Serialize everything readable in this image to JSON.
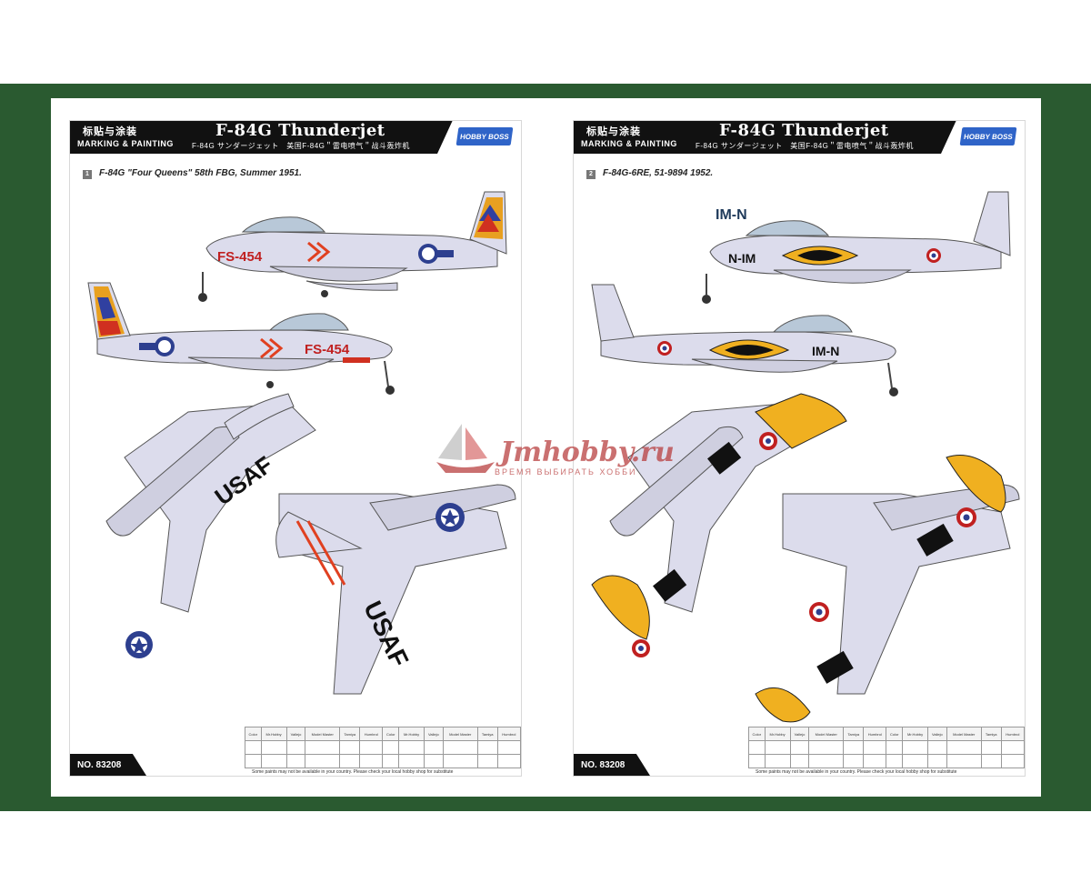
{
  "sheets": [
    {
      "header": {
        "cn": "标贴与涂装",
        "en": "MARKING & PAINTING",
        "title": "F-84G Thunderjet",
        "subtitle": "F-84G サンダージェット　美国F-84G＂雷电喷气＂战斗轰炸机",
        "logo": "HOBBY BOSS"
      },
      "scheme_number": "1",
      "scheme_title": "F-84G \"Four Queens\" 58th FBG, Summer 1951.",
      "markings": {
        "code": "FS-454",
        "wing": "USAF"
      },
      "footer": "NO. 83208"
    },
    {
      "header": {
        "cn": "标贴与涂装",
        "en": "MARKING & PAINTING",
        "title": "F-84G Thunderjet",
        "subtitle": "F-84G サンダージェット　美国F-84G＂雷电喷气＂战斗轰炸机",
        "logo": "HOBBY BOSS"
      },
      "scheme_number": "2",
      "scheme_title": "F-84G-6RE, 51-9894 1952.",
      "markings": {
        "code": "IM-N",
        "code_mirror": "N-IM"
      },
      "footer": "NO. 83208"
    }
  ],
  "paint_table": {
    "headers": [
      "Color",
      "Mr.Hobby",
      "Vallejo",
      "Model Master",
      "Tamiya",
      "Humbrol",
      "Color",
      "Mr.Hobby",
      "Vallejo",
      "Model Master",
      "Tamiya",
      "Humbrol"
    ],
    "note": "Some paints may not be available in your country. Please check your local hobby shop for substitute"
  },
  "watermark": {
    "text": "Jmhobby.ru",
    "sub": "ВРЕМЯ ВЫБИРАТЬ ХОББИ"
  },
  "colors": {
    "background": "#2a5a30",
    "header": "#111111",
    "aircraft_silver": "#dcdcec"
  }
}
